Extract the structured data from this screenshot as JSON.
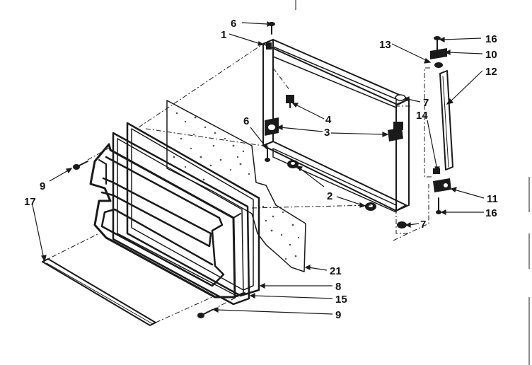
{
  "diagram": {
    "type": "exploded-parts-diagram",
    "callouts": [
      "1",
      "2",
      "3",
      "4",
      "6",
      "6",
      "7",
      "7",
      "8",
      "9",
      "9",
      "10",
      "11",
      "12",
      "13",
      "14",
      "15",
      "16",
      "16",
      "17",
      "21"
    ],
    "parts": {
      "door_frame": "1",
      "bumper_lower": "2",
      "bracket": "3",
      "stop": "4",
      "screw_top": "6",
      "screw_mid": "6",
      "washer_top": "7",
      "washer_bottom": "7",
      "gasket": "8",
      "screw_left": "9",
      "screw_bottom": "9",
      "hinge_top": "10",
      "hinge_bottom": "11",
      "hinge_pin": "12",
      "bushing": "13",
      "spacer": "14",
      "liner": "15",
      "screw_hinge_top": "16",
      "screw_hinge_bottom": "16",
      "trim_strip": "17",
      "insulation": "21"
    }
  }
}
